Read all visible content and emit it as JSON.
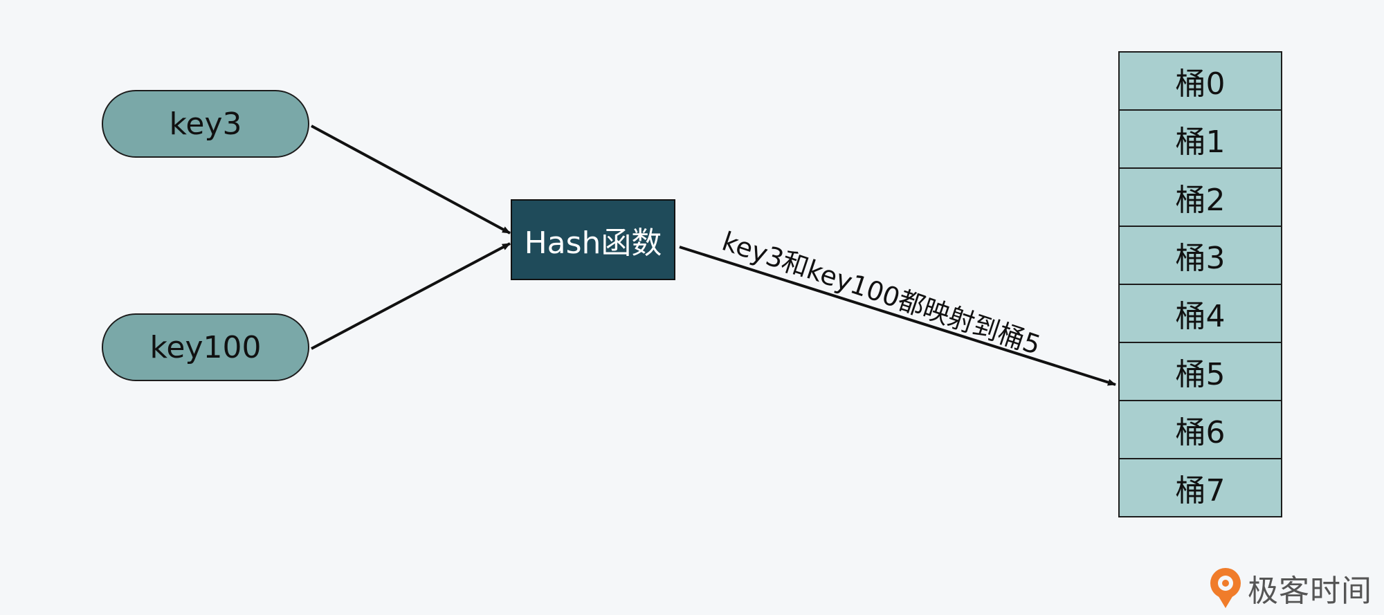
{
  "nodes": {
    "keys": [
      "key3",
      "key100"
    ],
    "hash_function": "Hash函数"
  },
  "buckets": [
    "桶0",
    "桶1",
    "桶2",
    "桶3",
    "桶4",
    "桶5",
    "桶6",
    "桶7"
  ],
  "edge_label": "key3和key100都映射到桶5",
  "brand": {
    "name": "极客时间"
  },
  "colors": {
    "key_fill": "#7aa8a8",
    "hash_fill": "#1f4b5a",
    "bucket_fill": "#a9cfcf",
    "brand_orange": "#f07c2a"
  }
}
